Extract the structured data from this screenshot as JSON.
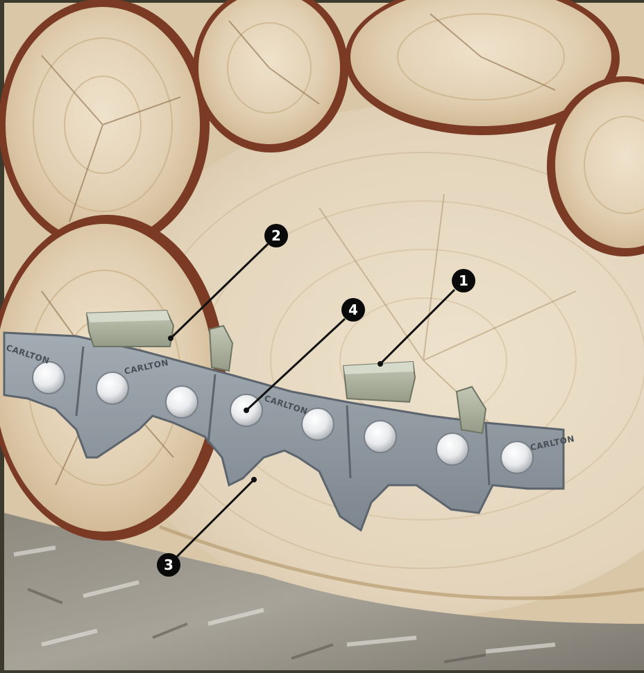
{
  "callouts": [
    {
      "id": "callout-1",
      "label": "1"
    },
    {
      "id": "callout-2",
      "label": "2"
    },
    {
      "id": "callout-3",
      "label": "3"
    },
    {
      "id": "callout-4",
      "label": "4"
    }
  ],
  "chain": {
    "brand": "CARLTON"
  },
  "colors": {
    "wood_light": "#e4d4ba",
    "wood_ring": "#c9b290",
    "bark": "#7a3a24",
    "chain_steel": "#8e969f",
    "chain_dark": "#5c646d",
    "cutter": "#a7ad98",
    "rivet": "#f3f4f5",
    "callout_fill": "#0a0a0a"
  }
}
